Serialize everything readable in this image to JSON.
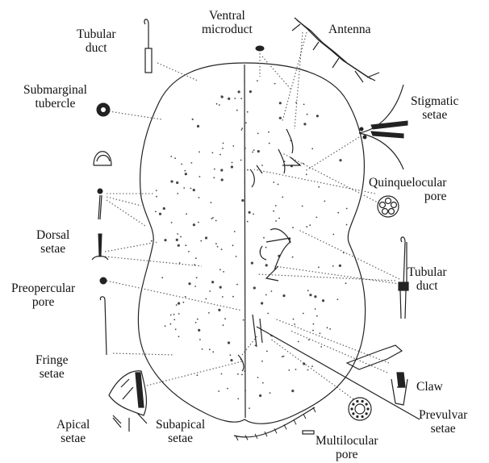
{
  "labels": {
    "tubular_duct_top": [
      "Tubular",
      "duct"
    ],
    "ventral_microduct": [
      "Ventral",
      "microduct"
    ],
    "antenna": [
      "Antenna"
    ],
    "submarginal_tubercle": [
      "Submarginal",
      "tubercle"
    ],
    "stigmatic_setae": [
      "Stigmatic",
      "setae"
    ],
    "quinquelocular_pore": [
      "Quinquelocular",
      "pore"
    ],
    "dorsal_setae": [
      "Dorsal",
      "setae"
    ],
    "tubular_duct_right": [
      "Tubular",
      "duct"
    ],
    "preopercular_pore": [
      "Preopercular",
      "pore"
    ],
    "fringe_setae": [
      "Fringe",
      "setae"
    ],
    "claw": [
      "Claw"
    ],
    "apical_setae": [
      "Apical",
      "setae"
    ],
    "subapical_setae": [
      "Subapical",
      "setae"
    ],
    "prevulvar_setae": [
      "Prevulvar",
      "setae"
    ],
    "multilocular_pore": [
      "Multilocular",
      "pore"
    ]
  },
  "colors": {
    "ink": "#222222",
    "leader": "#555555",
    "background": "#ffffff"
  }
}
